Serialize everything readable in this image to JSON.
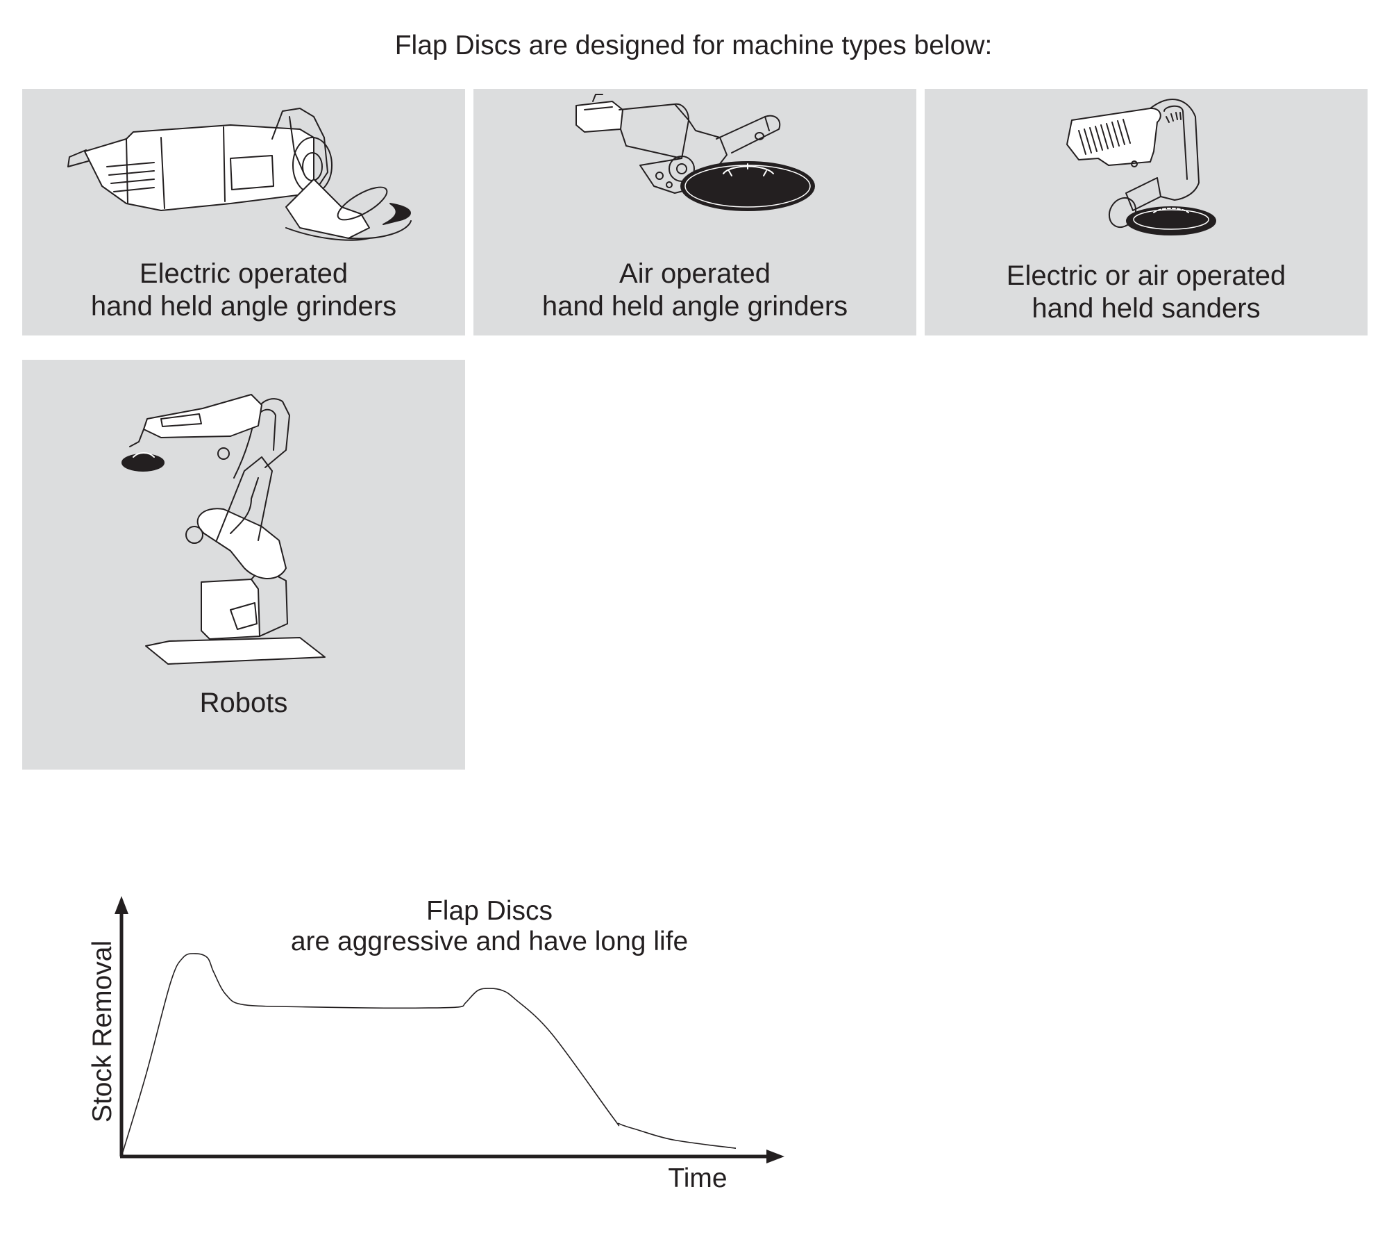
{
  "header": {
    "title": "Flap Discs are designed for machine types below:"
  },
  "machines": [
    {
      "icon": "electric-angle-grinder-icon",
      "line1": "Electric operated",
      "line2": "hand held angle grinders"
    },
    {
      "icon": "air-angle-grinder-icon",
      "line1": "Air operated",
      "line2": "hand held angle grinders"
    },
    {
      "icon": "sander-icon",
      "line1": "Electric or air operated",
      "line2": "hand held sanders"
    },
    {
      "icon": "robot-arm-icon",
      "line1": "Robots",
      "line2": ""
    }
  ],
  "colors": {
    "card_background": "#dcddde",
    "ink": "#231f20"
  },
  "chart_data": {
    "type": "line",
    "title_line1": "Flap Discs",
    "title_line2": "are aggressive and have long life",
    "xlabel": "Time",
    "ylabel": "Stock Removal",
    "x_ticks": "none",
    "y_ticks": "none",
    "grid": false,
    "legend": "none",
    "note": "qualitative curve without numeric scale; values are relative (0-100) estimates",
    "x": [
      0,
      4,
      8,
      10,
      12,
      14,
      15,
      17,
      20,
      30,
      40,
      50,
      55,
      56,
      58,
      60,
      62,
      64,
      70,
      80,
      81,
      84,
      90,
      100
    ],
    "y": [
      0,
      40,
      85,
      97,
      99,
      97,
      90,
      79,
      74,
      73,
      72.5,
      72.5,
      73,
      75,
      81,
      82,
      81,
      77,
      60,
      19,
      16,
      13,
      8,
      4
    ]
  }
}
